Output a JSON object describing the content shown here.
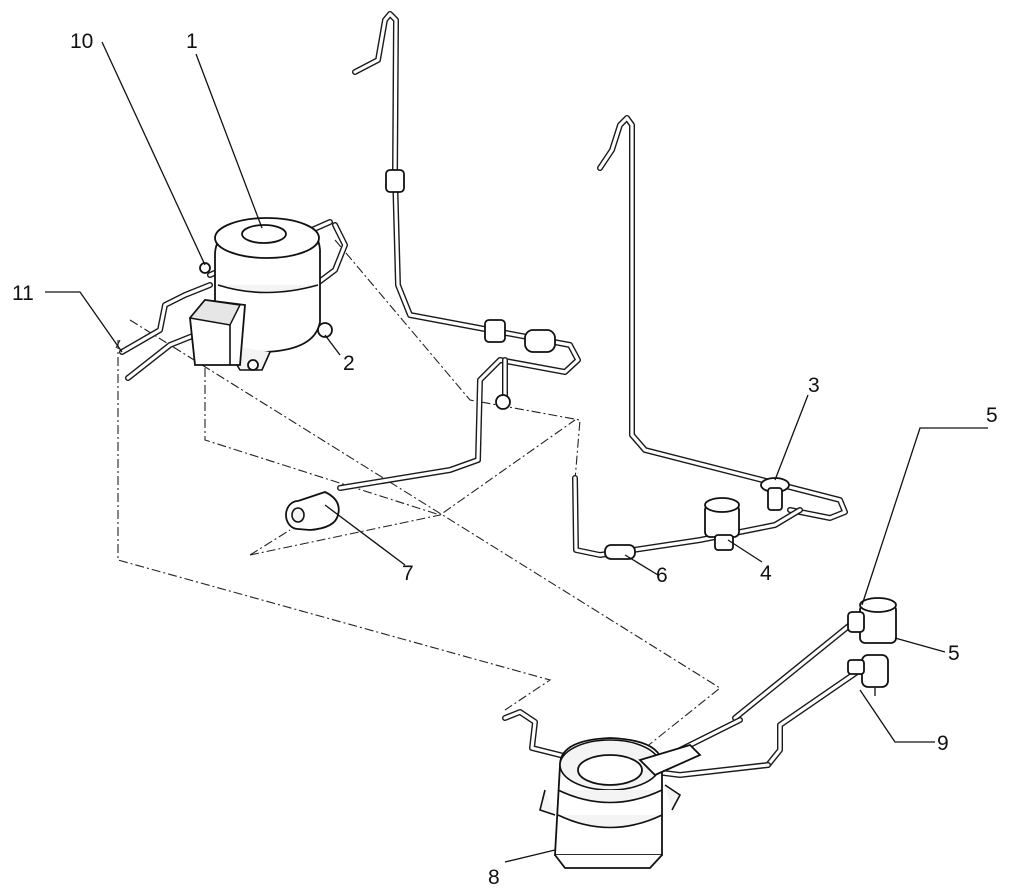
{
  "callouts": {
    "c1": "1",
    "c2": "2",
    "c3": "3",
    "c4": "4",
    "c5a": "5",
    "c5b": "5",
    "c6": "6",
    "c7": "7",
    "c8": "8",
    "c9": "9",
    "c10": "10",
    "c11": "11"
  },
  "colors": {
    "line": "#1a1a1a",
    "background": "#ffffff"
  }
}
